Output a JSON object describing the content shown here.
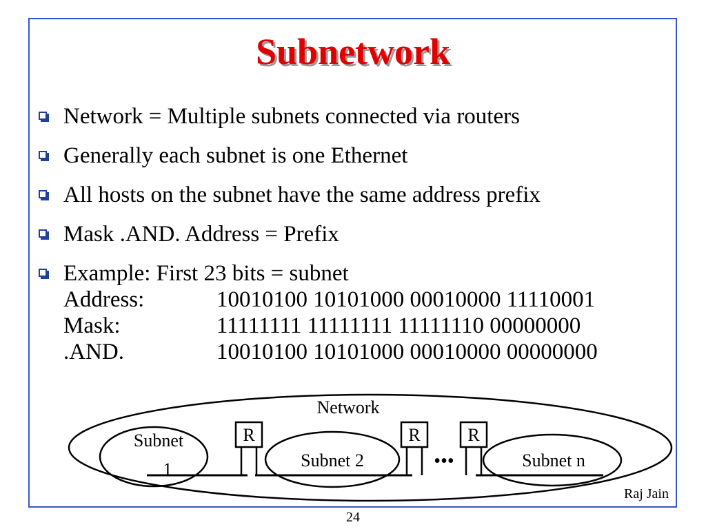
{
  "slide": {
    "title": "Subnetwork",
    "bullets": [
      "Network = Multiple subnets connected via routers",
      "Generally each subnet is one Ethernet",
      "All hosts on the subnet have the same address prefix",
      "Mask .AND. Address = Prefix",
      "Example: First 23 bits = subnet"
    ],
    "example_rows": [
      {
        "key": "Address:",
        "value": "10010100 10101000 00010000 11110001"
      },
      {
        "key": "Mask:",
        "value": "11111111 11111111 11111110 00000000"
      },
      {
        "key": ".AND.",
        "value": "10010100 10101000 00010000 00000000"
      }
    ],
    "author": "Raj Jain",
    "page_number": "24"
  },
  "diagram": {
    "network_label": "Network",
    "subnet1_line1": "Subnet",
    "subnet1_line2": "1",
    "subnet2_label": "Subnet 2",
    "subnetn_label": "Subnet n",
    "router_label": "R",
    "ellipsis": "•••"
  },
  "colors": {
    "title": "#e00000",
    "frame": "#3355cc",
    "bullet": "#1f3f9f"
  }
}
